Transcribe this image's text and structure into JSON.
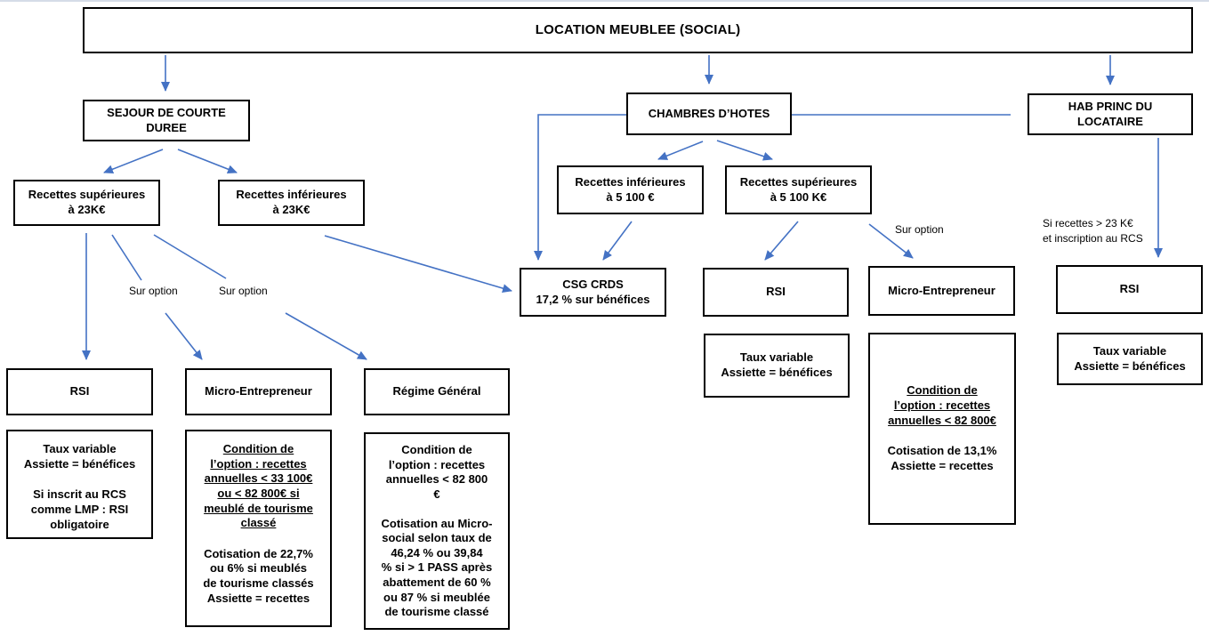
{
  "colors": {
    "arrow_blue": "#4472C4",
    "box_border": "#000000",
    "background": "#FFFFFF",
    "bottom_divider": "#D5DCE8"
  },
  "title": "LOCATION MEUBLEE (SOCIAL)",
  "nodes": {
    "sejour": "SEJOUR DE COURTE\nDUREE",
    "chambres": "CHAMBRES D’HOTES",
    "hab_princ": "HAB PRINC DU\nLOCATAIRE",
    "recettes_sup_23k": "Recettes supérieures\nà 23K€",
    "recettes_inf_23k": "Recettes inférieures\nà 23K€",
    "recettes_inf_5100": "Recettes inférieures\nà 5 100 €",
    "recettes_sup_5100": "Recettes supérieures\nà 5 100 K€",
    "csg_crds": "CSG CRDS\n17,2 % sur bénéfices",
    "rsi_left": "RSI",
    "micro_left": "Micro-Entrepreneur",
    "regime_general": "Régime Général",
    "rsi_mid": "RSI",
    "micro_mid": "Micro-Entrepreneur",
    "rsi_right": "RSI"
  },
  "details": {
    "rsi_left": {
      "part1": "Taux variable\nAssiette = bénéfices",
      "part2": "Si inscrit au RCS\ncomme LMP : RSI\nobligatoire"
    },
    "micro_left": {
      "underlined": "Condition de\nl’option : recettes\nannuelles < 33 100€\nou < 82 800€ si\nmeublé de tourisme\nclassé",
      "part2": "Cotisation de 22,7%\nou 6% si meublés\nde tourisme classés\nAssiette = recettes"
    },
    "regime_general": {
      "part1": "Condition de\nl’option : recettes\nannuelles < 82 800\n€",
      "part2": "Cotisation au Micro-\nsocial selon taux de\n46,24 % ou 39,84\n% si > 1 PASS après\nabattement de 60 %\nou 87 % si meublée\nde tourisme classé"
    },
    "taux_mid": "Taux variable\nAssiette = bénéfices",
    "micro_mid": {
      "underlined": "Condition de\nl’option : recettes\nannuelles < 82 800€",
      "part2": "Cotisation de 13,1%\nAssiette = recettes"
    },
    "taux_right": "Taux variable\nAssiette = bénéfices"
  },
  "labels": {
    "sur_option": "Sur option",
    "si_recettes": "Si recettes > 23 K€\net inscription au RCS"
  }
}
